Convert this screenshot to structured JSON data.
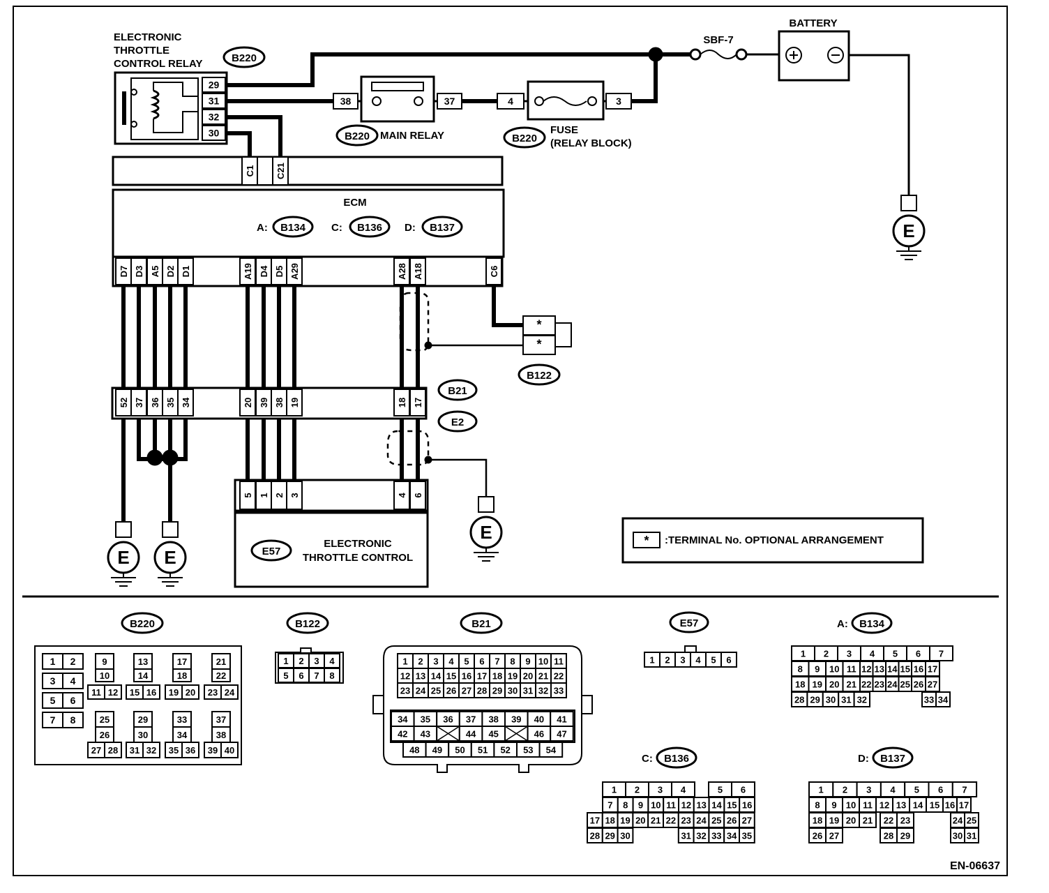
{
  "doc_code": "EN-06637",
  "legend_note": ":TERMINAL No. OPTIONAL ARRANGEMENT",
  "asterisk": "*",
  "relay": {
    "title_lines": [
      "ELECTRONIC",
      "THROTTLE",
      "CONTROL RELAY"
    ],
    "conn": "B220",
    "terminals": [
      "29",
      "31",
      "32",
      "30"
    ]
  },
  "battery": {
    "label": "BATTERY",
    "plus": "⊕",
    "minus": "⊖"
  },
  "sbf": "SBF-7",
  "main_relay": {
    "label": "MAIN RELAY",
    "conn": "B220",
    "left": "38",
    "right": "37"
  },
  "fuse": {
    "label_lines": [
      "FUSE",
      "(RELAY BLOCK)"
    ],
    "conn": "B220",
    "left": "4",
    "right": "3"
  },
  "ecm": {
    "label": "ECM",
    "top_pins": [
      "C1",
      "C21"
    ],
    "conns": [
      {
        "prefix": "A:",
        "code": "B134"
      },
      {
        "prefix": "C:",
        "code": "B136"
      },
      {
        "prefix": "D:",
        "code": "B137"
      }
    ],
    "bottom_pins": [
      "D7",
      "D3",
      "A5",
      "D2",
      "D1",
      "A19",
      "D4",
      "D5",
      "A29",
      "A28",
      "A18",
      "C6"
    ]
  },
  "b122": {
    "conn": "B122",
    "pins": [
      "*",
      "*"
    ]
  },
  "joint": {
    "codes": [
      "B21",
      "E2"
    ],
    "pins": [
      "52",
      "37",
      "36",
      "35",
      "34",
      "20",
      "39",
      "38",
      "19",
      "18",
      "17"
    ]
  },
  "etc": {
    "conn": "E57",
    "label_lines": [
      "ELECTRONIC",
      "THROTTLE CONTROL"
    ],
    "pins": [
      "5",
      "1",
      "2",
      "3",
      "4",
      "6"
    ]
  },
  "ground": "E",
  "connectors": {
    "b220": {
      "code": "B220",
      "rows": [
        [
          "1",
          "2",
          "9",
          "13",
          "17",
          "21"
        ],
        [
          "3",
          "4",
          "10",
          "14",
          "18",
          "22"
        ],
        [
          "11",
          "12",
          "15",
          "16",
          "19",
          "20",
          "23",
          "24"
        ],
        [
          "5",
          "6",
          "7",
          "8"
        ],
        [
          "25",
          "29",
          "33",
          "37",
          "26",
          "30",
          "34",
          "38"
        ],
        [
          "27",
          "28",
          "31",
          "32",
          "35",
          "36",
          "39",
          "40"
        ]
      ]
    },
    "b122": {
      "code": "B122",
      "row1": [
        "1",
        "2",
        "3",
        "4"
      ],
      "row2": [
        "5",
        "6",
        "7",
        "8"
      ]
    },
    "b21": {
      "code": "B21",
      "row1": [
        "1",
        "2",
        "3",
        "4",
        "5",
        "6",
        "7",
        "8",
        "9",
        "10",
        "11"
      ],
      "row2": [
        "12",
        "13",
        "14",
        "15",
        "16",
        "17",
        "18",
        "19",
        "20",
        "21",
        "22"
      ],
      "row3": [
        "23",
        "24",
        "25",
        "26",
        "27",
        "28",
        "29",
        "30",
        "31",
        "32",
        "33"
      ],
      "row4": [
        "34",
        "35",
        "36",
        "37",
        "38",
        "39",
        "40",
        "41"
      ],
      "row5": [
        "42",
        "43",
        "",
        "44",
        "45",
        "",
        "46",
        "47"
      ],
      "row6": [
        "48",
        "49",
        "50",
        "51",
        "52",
        "53",
        "54"
      ]
    },
    "e57": {
      "code": "E57",
      "pins": [
        "1",
        "2",
        "3",
        "4",
        "5",
        "6"
      ]
    },
    "b134": {
      "prefix": "A:",
      "code": "B134",
      "row1": [
        "1",
        "2",
        "3",
        "4",
        "5",
        "6",
        "7"
      ],
      "row2": [
        "8",
        "9",
        "10",
        "11",
        "12",
        "13",
        "14",
        "15",
        "16",
        "17"
      ],
      "row3": [
        "18",
        "19",
        "20",
        "21",
        "22",
        "23",
        "24",
        "25",
        "26",
        "27"
      ],
      "row4": [
        "28",
        "29",
        "30",
        "31",
        "32",
        "33",
        "34"
      ]
    },
    "b136": {
      "prefix": "C:",
      "code": "B136",
      "row1": [
        "1",
        "2",
        "3",
        "4",
        "5",
        "6"
      ],
      "row2": [
        "7",
        "8",
        "9",
        "10",
        "11",
        "12",
        "13",
        "14",
        "15",
        "16"
      ],
      "row3": [
        "17",
        "18",
        "19",
        "20",
        "21",
        "22",
        "23",
        "24",
        "25",
        "26",
        "27"
      ],
      "row4": [
        "28",
        "29",
        "30",
        "31",
        "32",
        "33",
        "34",
        "35"
      ]
    },
    "b137": {
      "prefix": "D:",
      "code": "B137",
      "row1": [
        "1",
        "2",
        "3",
        "4",
        "5",
        "6",
        "7"
      ],
      "row2": [
        "8",
        "9",
        "10",
        "11",
        "12",
        "13",
        "14",
        "15",
        "16",
        "17"
      ],
      "row3": [
        "18",
        "19",
        "20",
        "21",
        "22",
        "23",
        "24",
        "25"
      ],
      "row4": [
        "26",
        "27",
        "28",
        "29",
        "30",
        "31"
      ]
    }
  }
}
